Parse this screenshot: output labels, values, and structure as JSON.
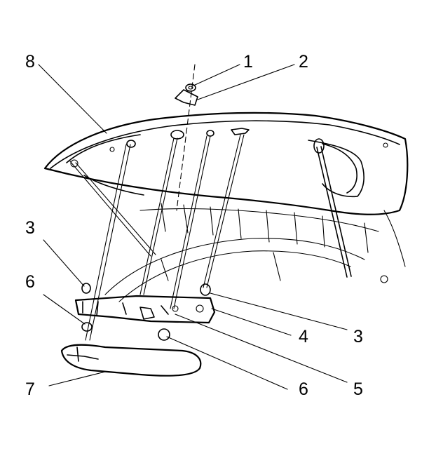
{
  "callouts": [
    {
      "id": "c1",
      "label": "1"
    },
    {
      "id": "c2",
      "label": "2"
    },
    {
      "id": "c3a",
      "label": "3"
    },
    {
      "id": "c3b",
      "label": "3"
    },
    {
      "id": "c4",
      "label": "4"
    },
    {
      "id": "c5",
      "label": "5"
    },
    {
      "id": "c6a",
      "label": "6"
    },
    {
      "id": "c6b",
      "label": "6"
    },
    {
      "id": "c7",
      "label": "7"
    },
    {
      "id": "c8",
      "label": "8"
    }
  ]
}
